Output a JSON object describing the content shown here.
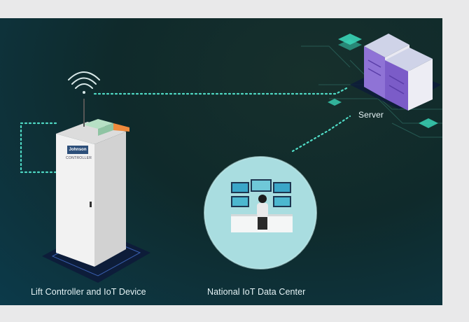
{
  "labels": {
    "lift_device": "Lift Controller and IoT Device",
    "data_center": "National IoT Data Center",
    "server": "Server"
  },
  "cabinet": {
    "brand": "Johnson",
    "label": "CONTROLLER"
  },
  "colors": {
    "background_top": "#17302c",
    "background_bottom": "#0c3a4a",
    "dotted_link": "#4fd9c4",
    "accent_teal": "#39d3b6",
    "server_purple": "#7b5cc8",
    "cabinet_white": "#f2f2f2"
  },
  "icons": [
    "wifi-icon",
    "server-rack-icon",
    "operator-icon",
    "monitor-icon"
  ]
}
